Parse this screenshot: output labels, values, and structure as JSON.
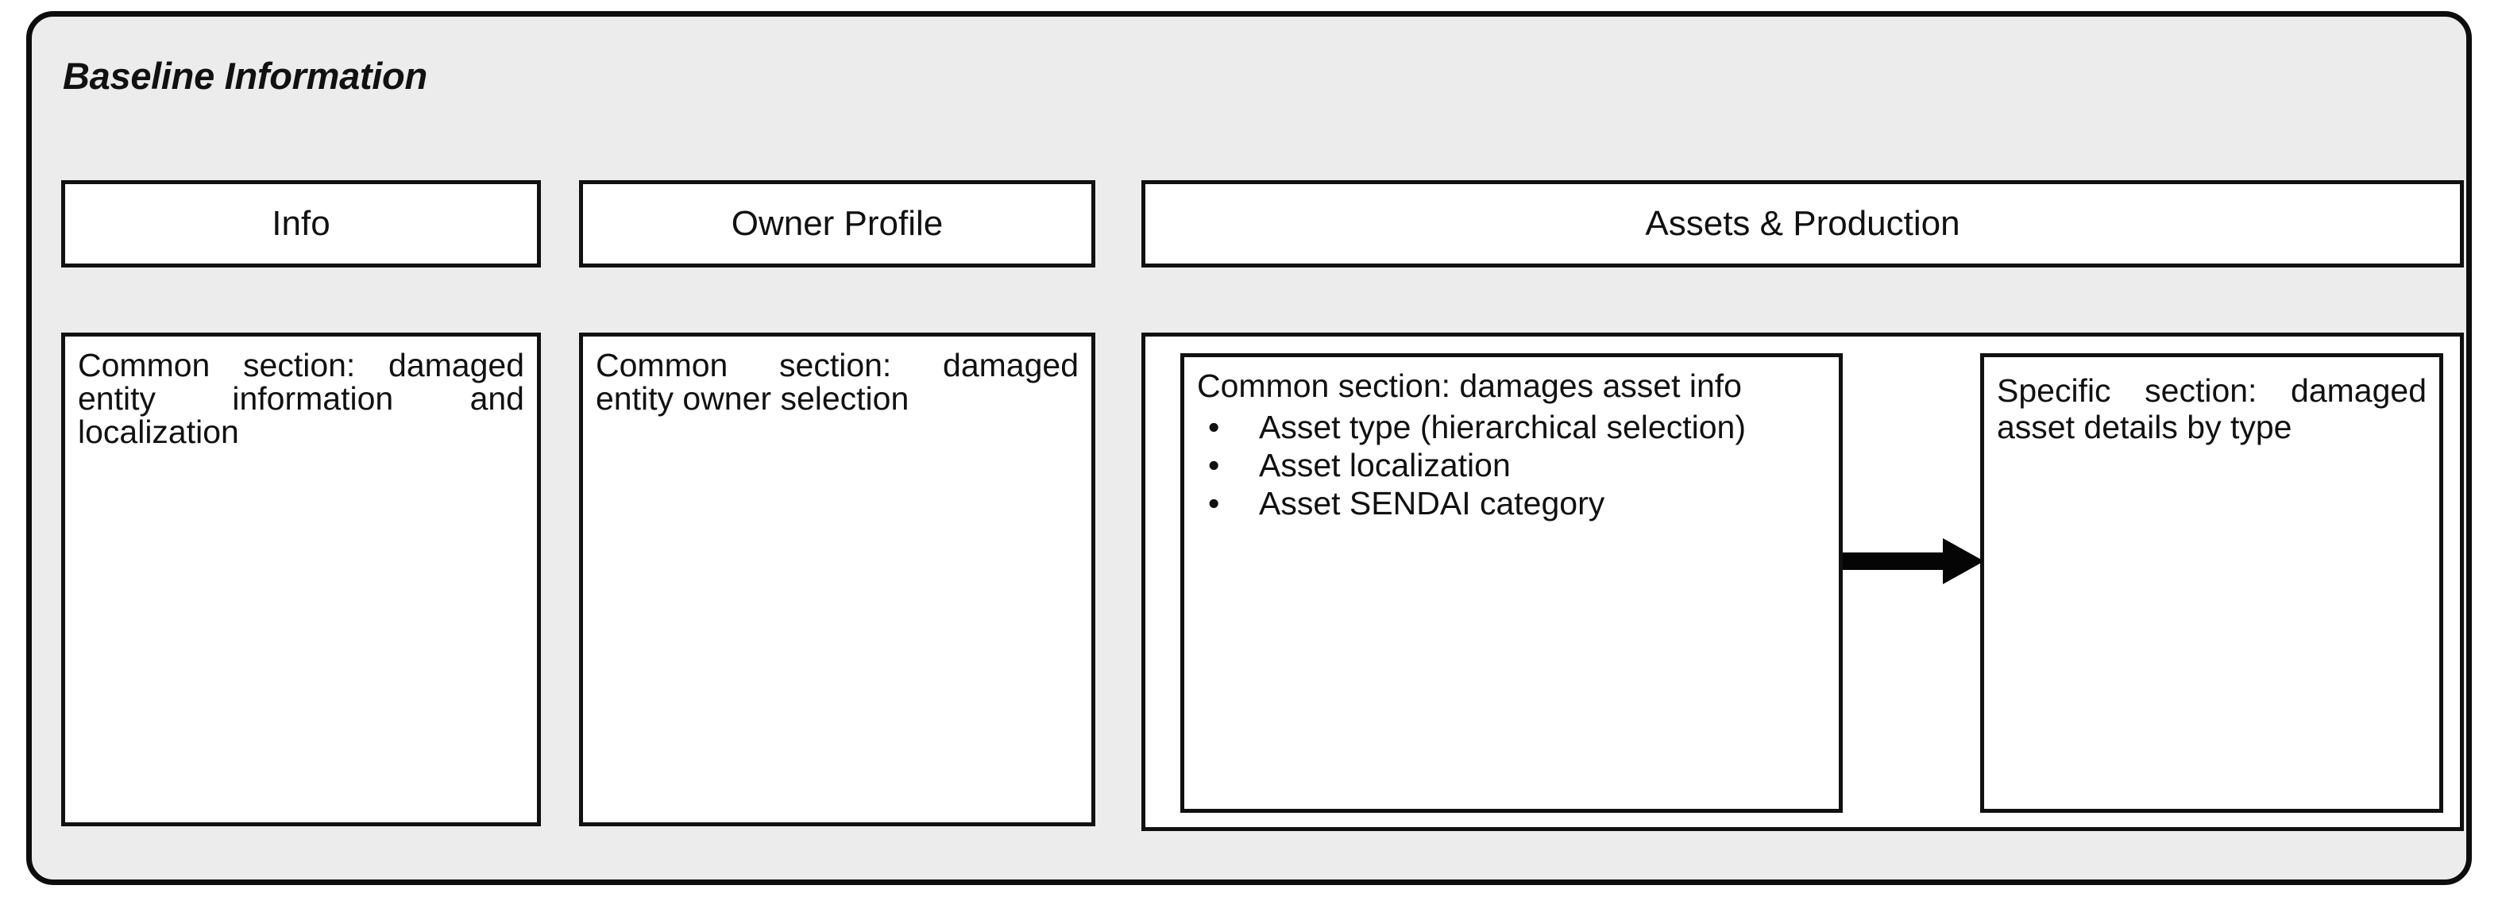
{
  "panel": {
    "title": "Baseline Information",
    "background_color": "#ececec",
    "border_color": "#0d0d0d",
    "box_fill_color": "#ffffff"
  },
  "columns": [
    {
      "id": "info",
      "header": "Info",
      "body": "Common section: damaged entity information and localization"
    },
    {
      "id": "owner-profile",
      "header": "Owner Profile",
      "body": "Common section: damaged entity owner selection"
    },
    {
      "id": "assets-production",
      "header": "Assets & Production",
      "common_box": {
        "title": "Common section: damages asset info",
        "bullets": [
          "Asset type (hierarchical selection)",
          "Asset localization",
          "Asset SENDAI category"
        ]
      },
      "arrow": {
        "icon": "arrow-right-icon",
        "from": "common_box",
        "to": "specific_box"
      },
      "specific_box": {
        "text": "Specific section: damaged asset details by type"
      }
    }
  ],
  "glyphs": {
    "bullet": "•"
  }
}
